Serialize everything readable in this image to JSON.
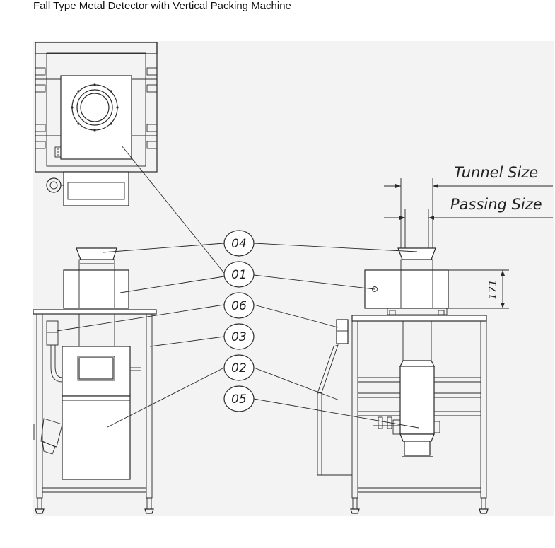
{
  "title": "Fall Type Metal Detector with Vertical Packing Machine",
  "callouts": [
    "04",
    "01",
    "06",
    "03",
    "02",
    "05"
  ],
  "dimensions": {
    "tunnel_size": "Tunnel Size",
    "passing_size": "Passing Size",
    "height_value": "171"
  },
  "colors": {
    "background": "#f3f3f3",
    "line": "#2a2a2a"
  }
}
